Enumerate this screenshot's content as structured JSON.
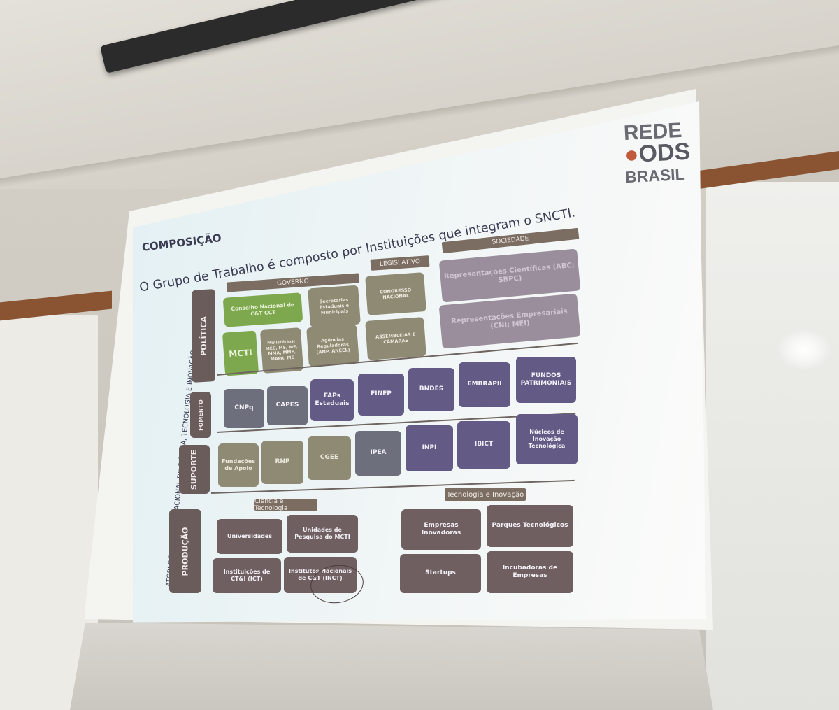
{
  "logo": {
    "line1": "REDE",
    "line2": "ODS",
    "line3": "BRASIL"
  },
  "slide": {
    "heading": "COMPOSIÇÃO",
    "subtitle": "O Grupo de Trabalho é composto por Instituições que integram o SNCTI.",
    "vertical_label": "ATORES DO SISTEMA NACIONAL DE CIÊNCIA, TECNOLOGIA E INOVAÇÃO"
  },
  "sections": {
    "politica": "POLÍTICA",
    "fomento": "FOMENTO",
    "suporte": "SUPORTE",
    "producao": "PRODUÇÃO"
  },
  "headers": {
    "governo": "GOVERNO",
    "legislativo": "LEGISLATIVO",
    "sociedade": "SOCIEDADE",
    "ciencia": "Ciência e Tecnologia",
    "tecnologia": "Tecnologia e Inovação"
  },
  "politica": {
    "cct": "Conselho Nacional de C&T CCT",
    "secretarias": "Secretarias Estaduais e Municipais",
    "mcti": "MCTI",
    "ministerios": "Ministérios: MEC, MS, ME, MMA, MME, MAPA, ME",
    "agencias": "Agências Reguladoras (ANP, ANEEL)",
    "congresso": "CONGRESSO NACIONAL",
    "assembleias": "ASSEMBLEIAS E CÂMARAS",
    "rep_cientificas": "Representações Científicas (ABC; SBPC)",
    "rep_empresariais": "Representações Empresariais (CNI; MEI)"
  },
  "fomento": [
    "CNPq",
    "CAPES",
    "FAPs Estaduais",
    "FINEP",
    "BNDES",
    "EMBRAPII",
    "FUNDOS PATRIMONIAIS"
  ],
  "suporte": [
    "Fundações de Apoio",
    "RNP",
    "CGEE",
    "IPEA",
    "INPI",
    "IBICT",
    "Núcleos de Inovação Tecnológica"
  ],
  "producao": {
    "universidades": "Universidades",
    "unidades": "Unidades de Pesquisa do MCTI",
    "ict": "Instituições de CT&I (ICT)",
    "inct": "Institutos Nacionais de C&T (INCT)",
    "empresas": "Empresas Inovadoras",
    "parques": "Parques Tecnológicos",
    "startups": "Startups",
    "incubadoras": "Incubadoras de Empresas"
  },
  "colors": {
    "housing": "#2b2b2b",
    "rail": "#8a5432",
    "purple_box": "#645a86",
    "green_box": "#7da84e"
  }
}
